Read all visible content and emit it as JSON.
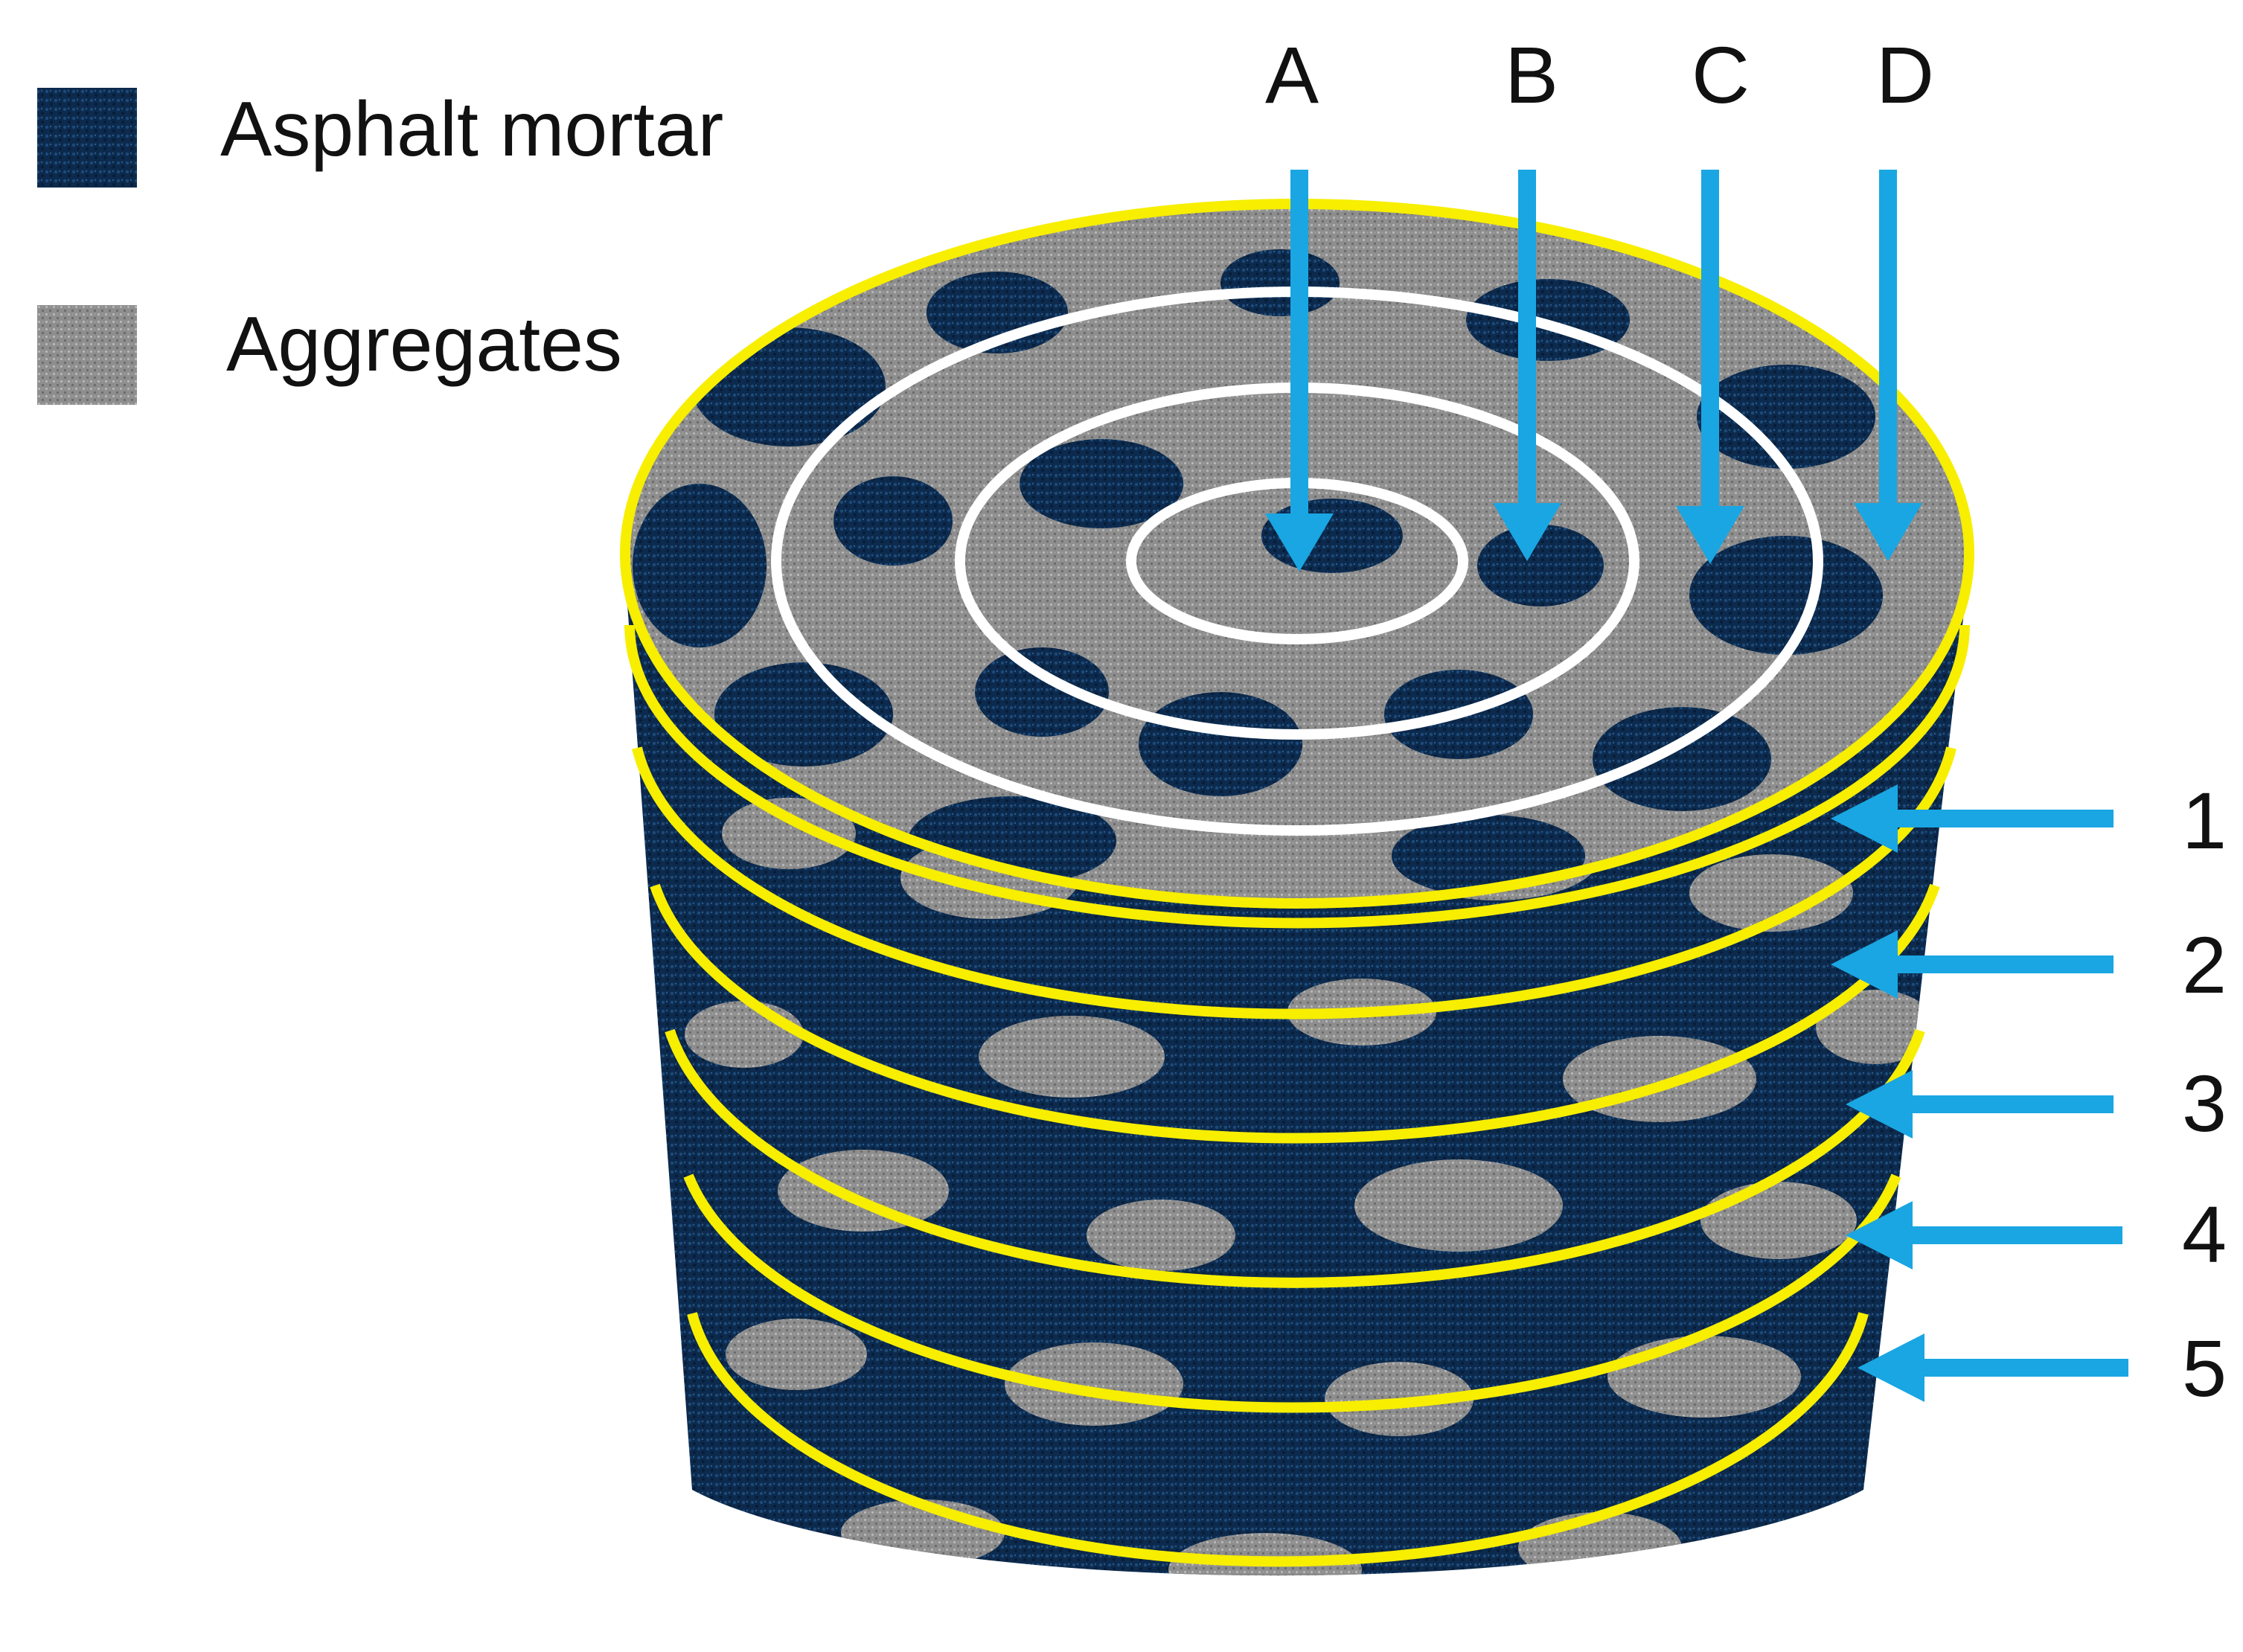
{
  "legend": {
    "items": [
      {
        "label": "Asphalt mortar",
        "color": "#0c2a4d"
      },
      {
        "label": "Aggregates",
        "color": "#8d8d8d"
      }
    ]
  },
  "radial_markers": [
    "A",
    "B",
    "C",
    "D"
  ],
  "layer_markers": [
    "1",
    "2",
    "3",
    "4",
    "5"
  ],
  "colors": {
    "arrow": "#1aa6e2",
    "outer_ring": "#f7ee00",
    "inner_ring": "#ffffff",
    "mortar": "#0c2a4d",
    "aggregate": "#8d8d8d"
  }
}
